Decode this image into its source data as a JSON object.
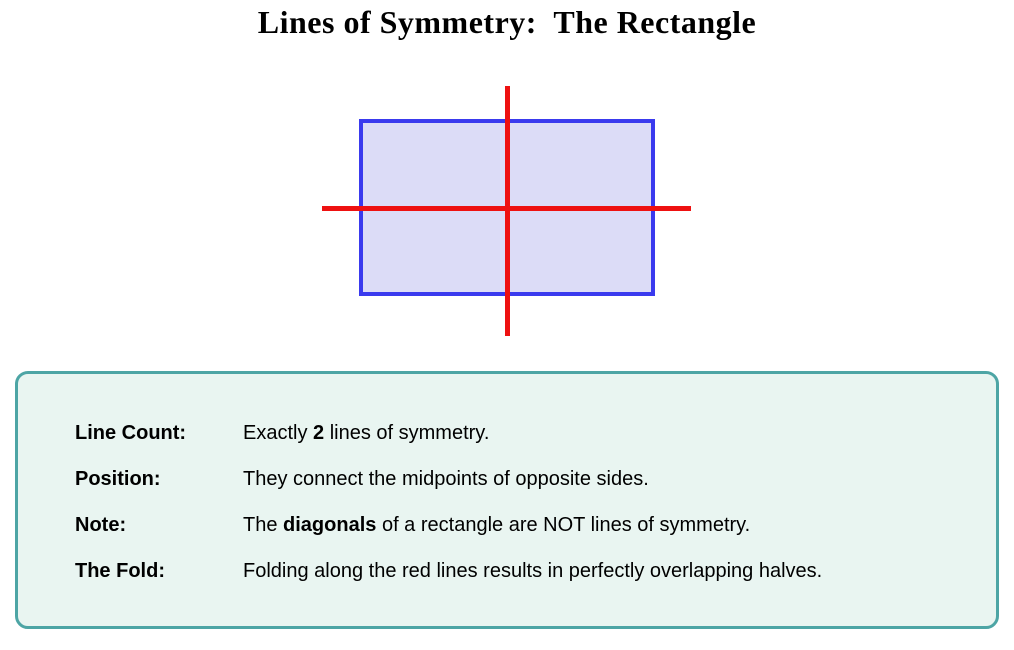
{
  "title": "Lines of Symmetry:  The Rectangle",
  "figure": {
    "rectangle": {
      "fill": "#dcdcf7",
      "stroke": "#3a3aee"
    },
    "symmetry_line_color": "#ee1111"
  },
  "info_box": {
    "border_color": "#4da5a5",
    "fill": "#e9f5f1",
    "rows": [
      {
        "label": "Line Count:",
        "segments": [
          {
            "t": "Exactly ",
            "b": false
          },
          {
            "t": "2",
            "b": true
          },
          {
            "t": " lines of symmetry.",
            "b": false
          }
        ]
      },
      {
        "label": "Position:",
        "segments": [
          {
            "t": "They connect the midpoints of opposite sides.",
            "b": false
          }
        ]
      },
      {
        "label": "Note:",
        "segments": [
          {
            "t": "The ",
            "b": false
          },
          {
            "t": "diagonals",
            "b": true
          },
          {
            "t": " of a rectangle are NOT lines of symmetry.",
            "b": false
          }
        ]
      },
      {
        "label": "The Fold:",
        "segments": [
          {
            "t": "Folding along the red lines results in perfectly overlapping halves.",
            "b": false
          }
        ]
      }
    ]
  }
}
